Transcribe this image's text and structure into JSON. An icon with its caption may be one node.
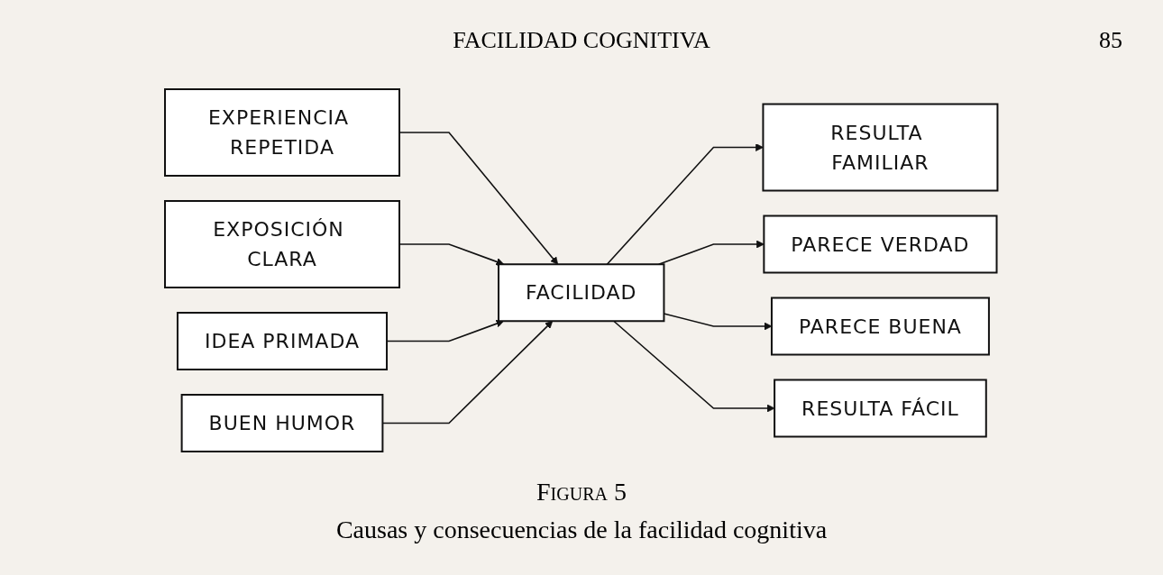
{
  "diagram": {
    "title": "Figura 5",
    "caption": "Causas y consecuencias de la facilidad cognitiva",
    "nodes": [
      {
        "text": [
          "EXPERIENCIA REPETIDA"
        ]
      },
      {
        "text": [
          "EXPOSICIÓN CLARA"
        ]
      },
      {
        "text": [
          "IDEA PRIMADA"
        ]
      },
      {
        "text": [
          "BUEN HUMOR"
        ]
      },
      {
        "text": [
          "FACILIDAD"
        ]
      },
      {
        "text": [
          "RESULTA FAMILIAR"
        ]
      },
      {
        "text": [
          "PARECE VERDAD"
        ]
      },
      {
        "text": [
          "PARECE BUENA"
        ]
      },
      {
        "text": [
          "RESULTA FÁCIL"
        ]
      }
    ],
    "edges": [
      {
        "from": 0,
        "to": 4,
        "arrow": "to"
      },
      {
        "from": 1,
        "to": 4,
        "arrow": "to"
      },
      {
        "from": 2,
        "to": 4,
        "arrow": "to"
      },
      {
        "from": 3,
        "to": 4,
        "arrow": "to"
      },
      {
        "from": 4,
        "to": 5,
        "arrow": "to"
      },
      {
        "from": 4,
        "to": 6,
        "arrow": "to"
      },
      {
        "from": 4,
        "to": 7,
        "arrow": "to"
      },
      {
        "from": 4,
        "to": 8,
        "arrow": "to"
      }
    ],
    "labels": [
      "FACILIDAD COGNITIVA",
      "85"
    ]
  }
}
